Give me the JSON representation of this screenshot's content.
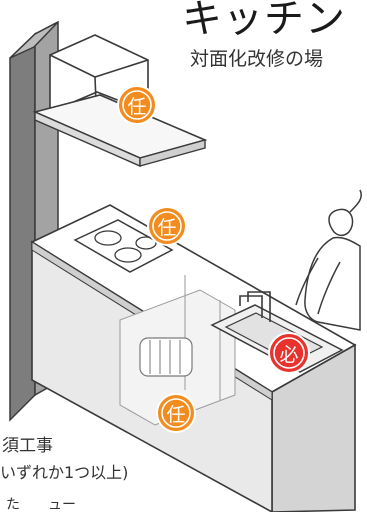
{
  "title": "キッチン",
  "subtitle": "対面化改修の場",
  "badges": {
    "optional": "任",
    "required": "必"
  },
  "legend": {
    "line1": "須工事",
    "line2": "いずれか1つ以上)",
    "line3": "た　　ュー"
  },
  "colors": {
    "optional_badge": "#f28c1e",
    "required_badge": "#e8322d",
    "line": "#3a3a3a",
    "wall_dark": "#8a8a8a",
    "counter_side": "#c8c8c8",
    "counter_top": "#ffffff"
  }
}
